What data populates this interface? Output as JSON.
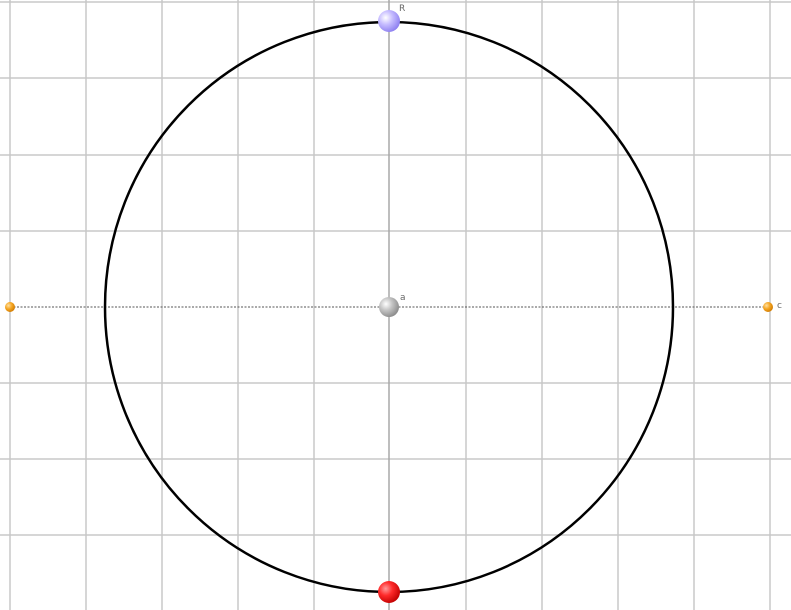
{
  "points": {
    "top": {
      "label": "R",
      "color": "#b4a8ff"
    },
    "center": {
      "label": "a",
      "color": "#b0b0b0"
    },
    "bottom": {
      "label": "",
      "color": "#ff3030"
    },
    "left": {
      "label": "",
      "color": "#f5a623"
    },
    "right": {
      "label": "c",
      "color": "#f5a623"
    }
  }
}
